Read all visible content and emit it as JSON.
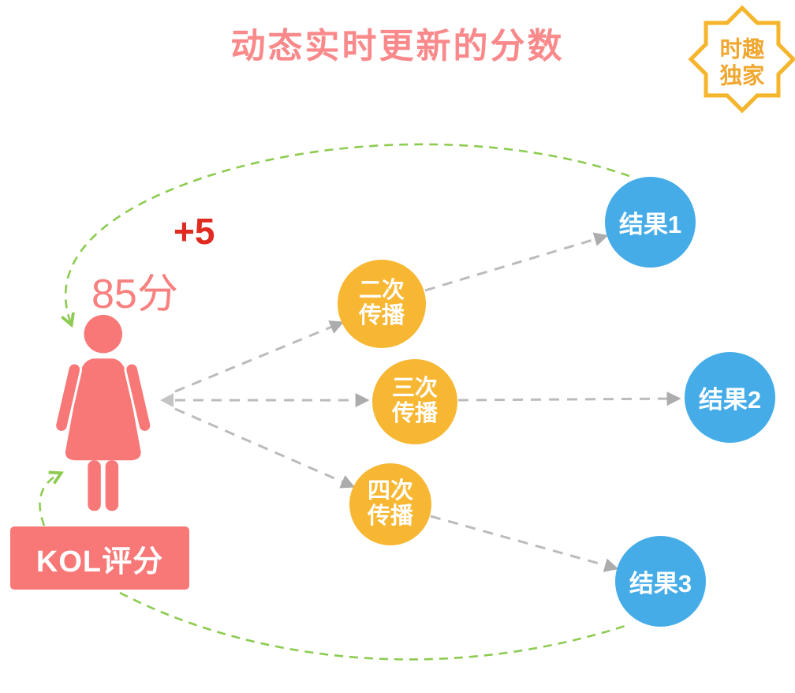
{
  "title": "动态实时更新的分数",
  "badge": {
    "line1": "时趣",
    "line2": "独家"
  },
  "kol": {
    "score": "85分",
    "delta": "+5",
    "label": "KOL评分"
  },
  "nodes": {
    "spread": [
      {
        "label": "二次\n传播"
      },
      {
        "label": "三次\n传播"
      },
      {
        "label": "四次\n传播"
      }
    ],
    "results": [
      {
        "label": "结果1"
      },
      {
        "label": "结果2"
      },
      {
        "label": "结果3"
      }
    ]
  },
  "colors": {
    "salmon": "#f87878",
    "title_pink": "#f9898a",
    "score_red": "#e02b21",
    "spread_yellow": "#f7b733",
    "result_blue": "#45ace8",
    "feedback_green": "#8dcb50",
    "arrow_gray": "#bbbbbb",
    "badge_yellow": "#f2ac2e"
  }
}
